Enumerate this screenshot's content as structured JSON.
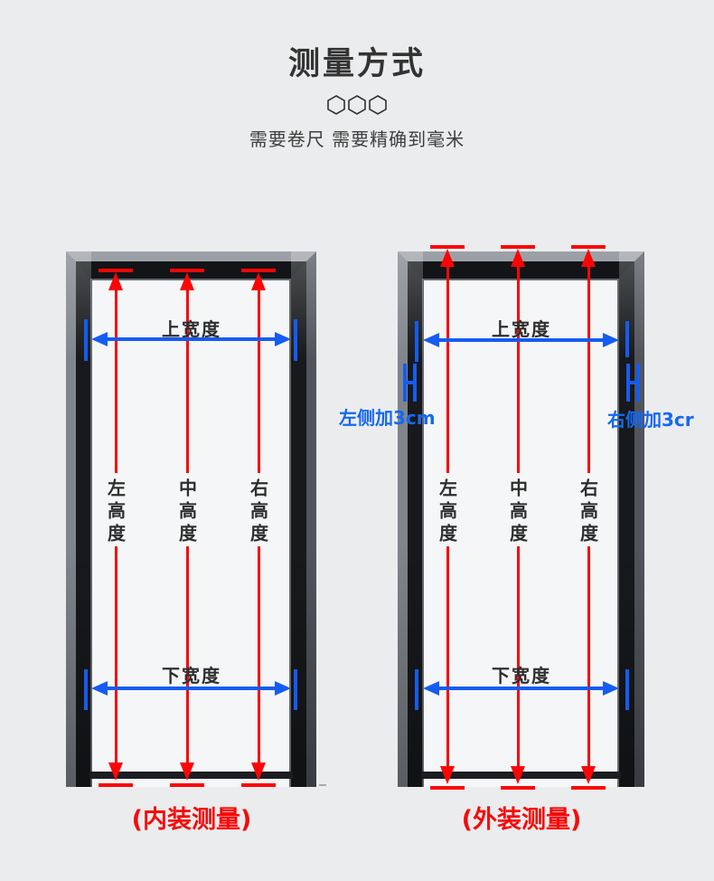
{
  "page": {
    "title": "测量方式",
    "subtitle": "需要卷尺 需要精确到毫米"
  },
  "colors": {
    "background": "#ebeced",
    "arrow_red": "#fa0606",
    "arrow_blue": "#155cf2",
    "note_blue": "#1668f3",
    "caption_red": "#f60a0a"
  },
  "icons": [
    "hexagon-icon",
    "hexagon-icon",
    "hexagon-icon"
  ],
  "doors": {
    "left": {
      "top_width_label": "上宽度",
      "bottom_width_label": "下宽度",
      "height_labels": [
        "左高度",
        "中高度",
        "右高度"
      ],
      "caption": "(内装测量)"
    },
    "right": {
      "top_width_label": "上宽度",
      "bottom_width_label": "下宽度",
      "height_labels": [
        "左高度",
        "中高度",
        "右高度"
      ],
      "caption": "(外装测量)",
      "left_side_note": "左侧加3cm",
      "right_side_note": "右侧加3cr"
    }
  }
}
